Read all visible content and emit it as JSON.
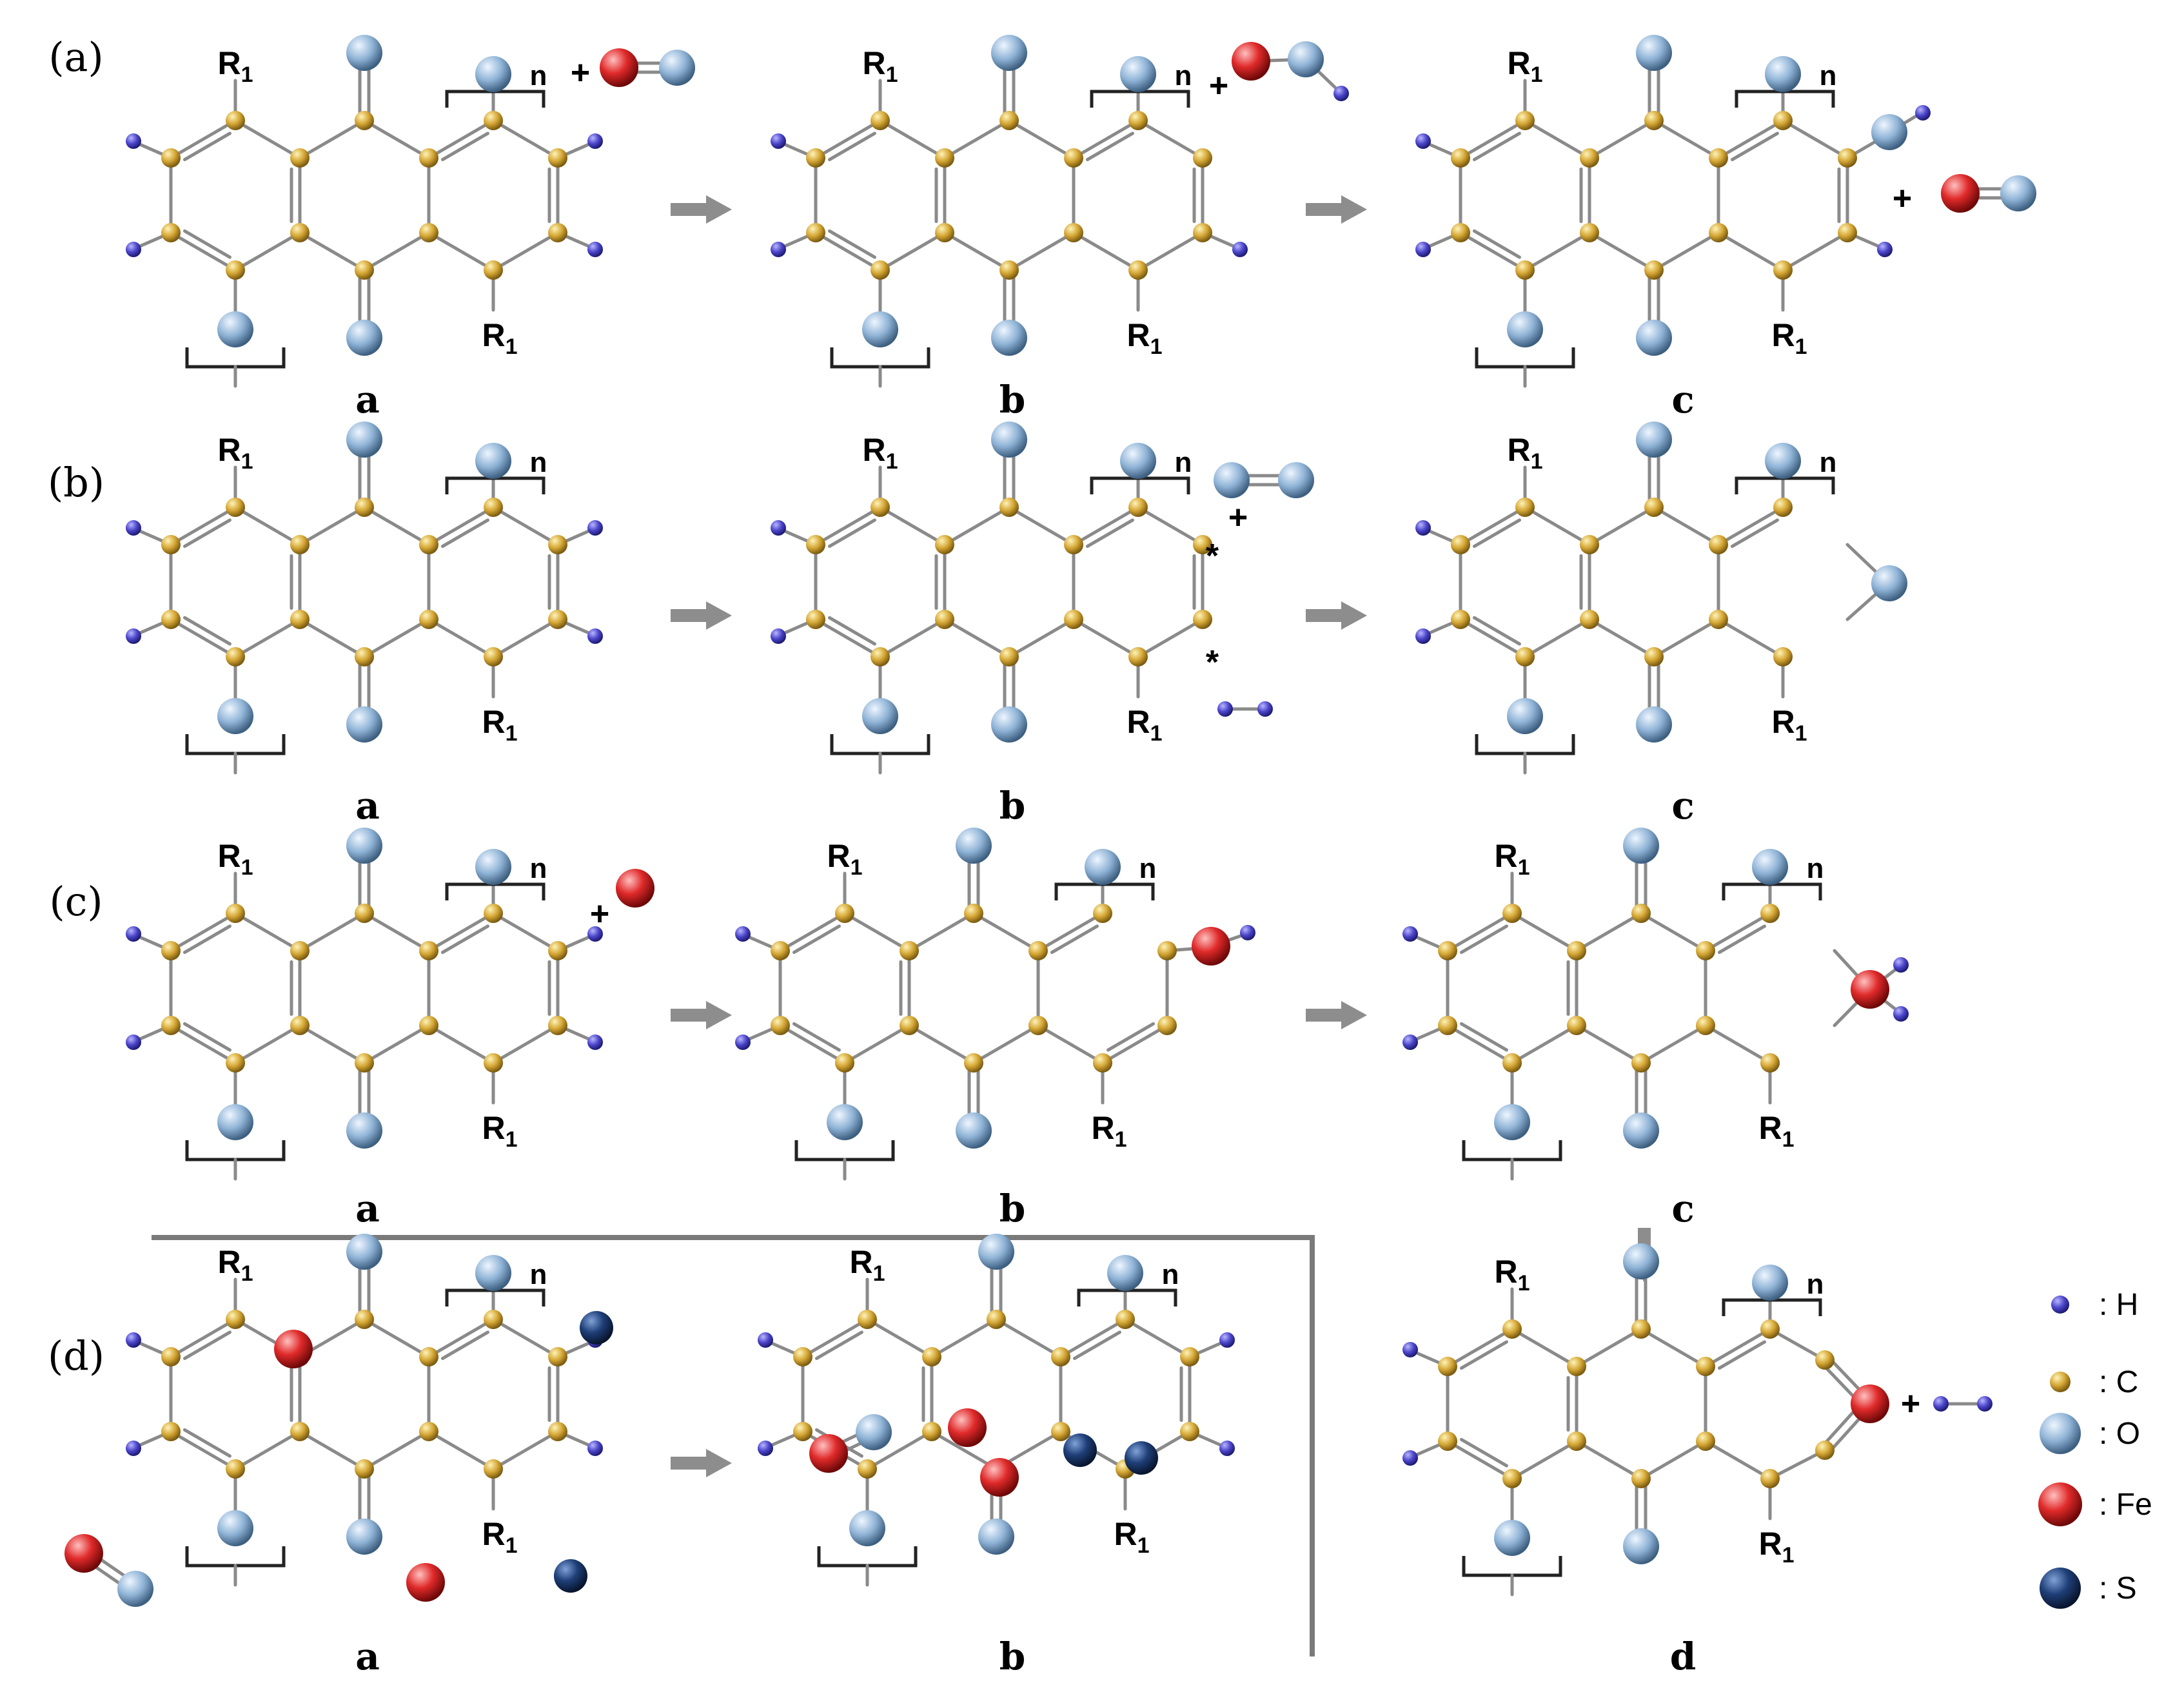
{
  "rows": [
    {
      "label": "(a)",
      "subs": [
        "a",
        "b",
        "c"
      ]
    },
    {
      "label": "(b)",
      "subs": [
        "a",
        "b",
        "c"
      ]
    },
    {
      "label": "(c)",
      "subs": [
        "a",
        "b",
        "c"
      ]
    },
    {
      "label": "(d)",
      "subs": [
        "a",
        "b"
      ]
    }
  ],
  "final_label": "d",
  "r_group": "R",
  "r_subscript": "1",
  "repeat_label": "n",
  "plus": "+",
  "radical": "*",
  "legend": [
    {
      "symbol": "H",
      "text": ": H",
      "color": "#4a45c9"
    },
    {
      "symbol": "C",
      "text": ": C",
      "color": "#d4a634"
    },
    {
      "symbol": "O",
      "text": ": O",
      "color": "#8fb3d6"
    },
    {
      "symbol": "Fe",
      "text": ": Fe",
      "color": "#e02a2a"
    },
    {
      "symbol": "S",
      "text": ": S",
      "color": "#1f3f78"
    }
  ]
}
